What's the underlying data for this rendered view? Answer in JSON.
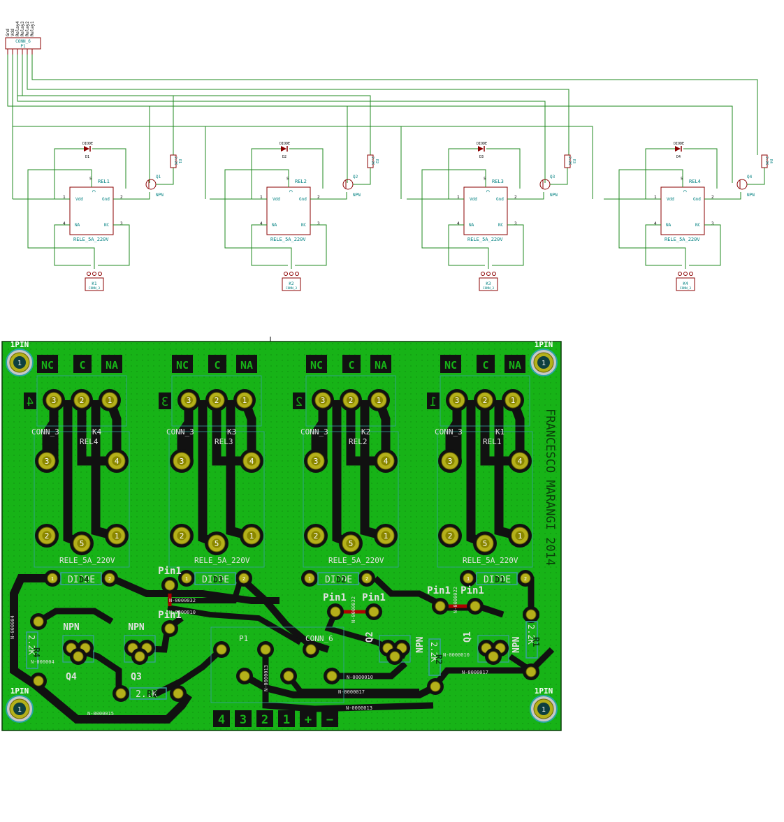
{
  "colors": {
    "wire": "#1f8a1f",
    "part": "#8b0000",
    "label_teal": "#008080",
    "label_dark": "#000000",
    "pcb_fill": "#17b317",
    "pcb_dark": "#0a3d0a",
    "copper": "#111111",
    "pad": "#b4b01a",
    "pad_dark": "#6b6600",
    "silk": "#e0e0e0",
    "mount": "#2aa5a5",
    "ratsnest": "#b00000"
  },
  "schematic": {
    "header": {
      "ref": "P1",
      "value": "CONN_6",
      "pins": [
        "Gnd",
        "Vdd",
        "Relay4",
        "Relay3",
        "Relay2",
        "Relay1"
      ]
    },
    "stages": [
      {
        "relay_ref": "REL1",
        "relay_value": "RELE_5A_220V",
        "diode_ref": "D1",
        "diode_value": "DIODE",
        "transistor_ref": "Q1",
        "transistor_type": "NPN",
        "resistor_ref": "R1",
        "resistor_value": "2.2K",
        "conn_ref": "K1",
        "conn_value": "CONN_3"
      },
      {
        "relay_ref": "REL2",
        "relay_value": "RELE_5A_220V",
        "diode_ref": "D2",
        "diode_value": "DIODE",
        "transistor_ref": "Q2",
        "transistor_type": "NPN",
        "resistor_ref": "R2",
        "resistor_value": "2.2K",
        "conn_ref": "K2",
        "conn_value": "CONN_3"
      },
      {
        "relay_ref": "REL3",
        "relay_value": "RELE_5A_220V",
        "diode_ref": "D3",
        "diode_value": "DIODE",
        "transistor_ref": "Q3",
        "transistor_type": "NPN",
        "resistor_ref": "R3",
        "resistor_value": "2.2K",
        "conn_ref": "K3",
        "conn_value": "CONN_3"
      },
      {
        "relay_ref": "REL4",
        "relay_value": "RELE_5A_220V",
        "diode_ref": "D4",
        "diode_value": "DIODE",
        "transistor_ref": "Q4",
        "transistor_type": "NPN",
        "resistor_ref": "R4",
        "resistor_value": "2.2K",
        "conn_ref": "K4",
        "conn_value": "CONN_3"
      }
    ],
    "relay_pins": {
      "vdd": "Vdd",
      "gnd": "Gnd",
      "na": "NA",
      "nc": "NC",
      "c": "C",
      "n1": "1",
      "n2": "2",
      "n3": "3",
      "n4": "4",
      "n5": "5"
    }
  },
  "pcb": {
    "signature": "FRANCESCO MARANGI 2014",
    "mount_label": "1PIN",
    "terminal_labels": [
      "NC",
      "C",
      "NA"
    ],
    "channel_numbers": [
      "4",
      "3",
      "2",
      "1"
    ],
    "relay_blocks": [
      {
        "conn": "CONN_3",
        "k": "K4",
        "rel": "REL4",
        "value": "RELE_5A_220V"
      },
      {
        "conn": "CONN_3",
        "k": "K3",
        "rel": "REL3",
        "value": "RELE_5A_220V"
      },
      {
        "conn": "CONN_3",
        "k": "K2",
        "rel": "REL2",
        "value": "RELE_5A_220V"
      },
      {
        "conn": "CONN_3",
        "k": "K1",
        "rel": "REL1",
        "value": "RELE_5A_220V"
      }
    ],
    "pad_nums": {
      "p1": "1",
      "p2": "2",
      "p3": "3",
      "p4": "4",
      "p5": "5"
    },
    "diodes": [
      "D4",
      "D3",
      "D2",
      "D1"
    ],
    "diode_value": "DIODE",
    "transistors": {
      "q4": "Q4",
      "q3": "Q3",
      "q2": "Q2",
      "q1": "Q1",
      "type": "NPN"
    },
    "resistors": {
      "r4": "R4",
      "r3": "R3",
      "r2": "R2",
      "r1": "R1",
      "value": "2.2K"
    },
    "header": {
      "ref": "P1",
      "value": "CONN_6",
      "pin_labels": [
        "4",
        "3",
        "2",
        "1",
        "+",
        "−"
      ]
    },
    "pin_label": "Pin1",
    "nets": {
      "n4": "N-000004",
      "n10": "N-0000010",
      "n13": "N-0000013",
      "n15": "N-0000015",
      "n17": "N-0000017",
      "n22": "N-0000022",
      "n32": "N-0000032"
    }
  }
}
